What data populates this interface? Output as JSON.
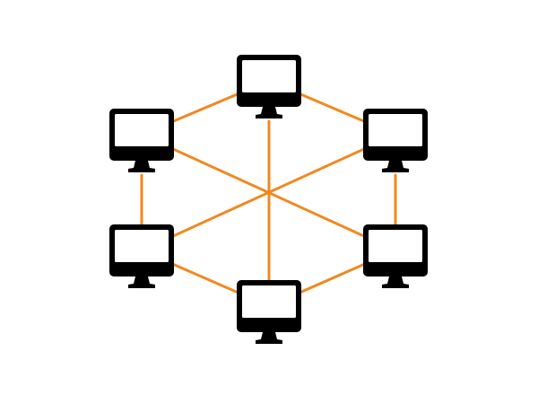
{
  "diagram": {
    "type": "network-topology",
    "colors": {
      "background": "#ffffff",
      "link": "#f0891f",
      "device": "#000000",
      "screen": "#ffffff"
    },
    "node_icon": "desktop-monitor-icon",
    "nodes": [
      {
        "id": "top",
        "icon": "desktop-monitor-icon"
      },
      {
        "id": "upper-left",
        "icon": "desktop-monitor-icon"
      },
      {
        "id": "upper-right",
        "icon": "desktop-monitor-icon"
      },
      {
        "id": "lower-left",
        "icon": "desktop-monitor-icon"
      },
      {
        "id": "lower-right",
        "icon": "desktop-monitor-icon"
      },
      {
        "id": "bottom",
        "icon": "desktop-monitor-icon"
      }
    ],
    "edges": [
      {
        "from": "top",
        "to": "upper-left"
      },
      {
        "from": "top",
        "to": "upper-right"
      },
      {
        "from": "upper-left",
        "to": "lower-left"
      },
      {
        "from": "upper-right",
        "to": "lower-right"
      },
      {
        "from": "lower-left",
        "to": "bottom"
      },
      {
        "from": "lower-right",
        "to": "bottom"
      },
      {
        "from": "top",
        "to": "bottom"
      },
      {
        "from": "upper-left",
        "to": "lower-right"
      },
      {
        "from": "upper-right",
        "to": "lower-left"
      }
    ]
  }
}
